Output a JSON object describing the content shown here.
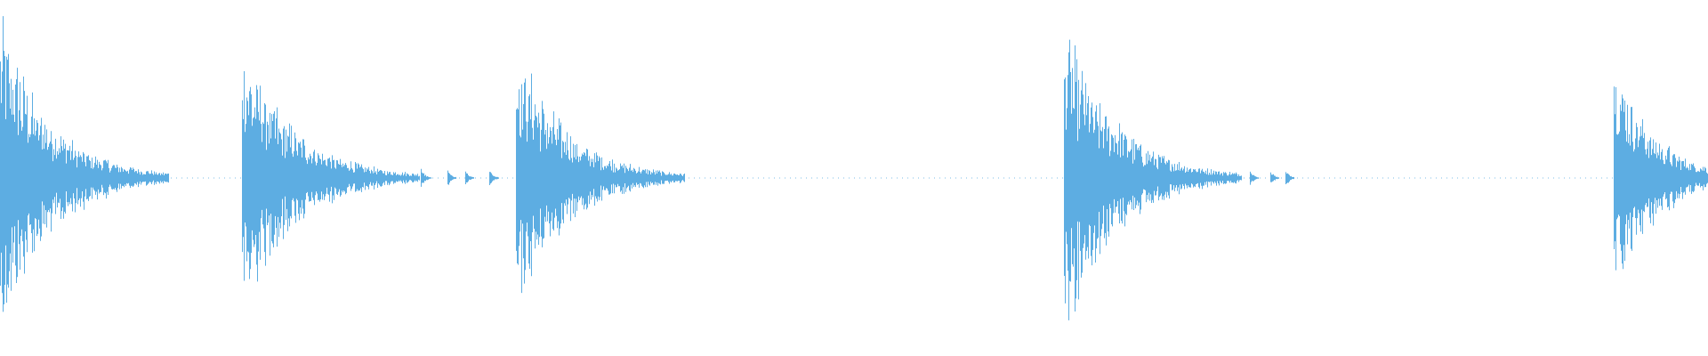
{
  "waveform": {
    "color": "#5dade2",
    "background": "#ffffff",
    "hits": [
      {
        "start_s": 0.0,
        "peak": 1.0,
        "decay": 1.0
      },
      {
        "start_s": 2.72,
        "peak": 0.85,
        "decay": 1.05
      },
      {
        "start_s": 5.8,
        "peak": 0.86,
        "decay": 1.0
      },
      {
        "start_s": 11.96,
        "peak": 0.95,
        "decay": 1.05
      },
      {
        "start_s": 18.14,
        "peak": 0.8,
        "decay": 0.8
      }
    ],
    "echoes": [
      {
        "t_s": 3.82,
        "amp": 0.05
      },
      {
        "t_s": 4.04,
        "amp": 0.05
      },
      {
        "t_s": 4.18,
        "amp": 0.05
      },
      {
        "t_s": 4.73,
        "amp": 0.07
      },
      {
        "t_s": 5.03,
        "amp": 0.06
      },
      {
        "t_s": 5.23,
        "amp": 0.05
      },
      {
        "t_s": 5.5,
        "amp": 0.06
      },
      {
        "t_s": 13.25,
        "amp": 0.05
      },
      {
        "t_s": 13.5,
        "amp": 0.05
      },
      {
        "t_s": 13.75,
        "amp": 0.06
      },
      {
        "t_s": 14.05,
        "amp": 0.05
      },
      {
        "t_s": 14.28,
        "amp": 0.05
      },
      {
        "t_s": 14.45,
        "amp": 0.06
      }
    ],
    "duration_s": 19.2
  }
}
